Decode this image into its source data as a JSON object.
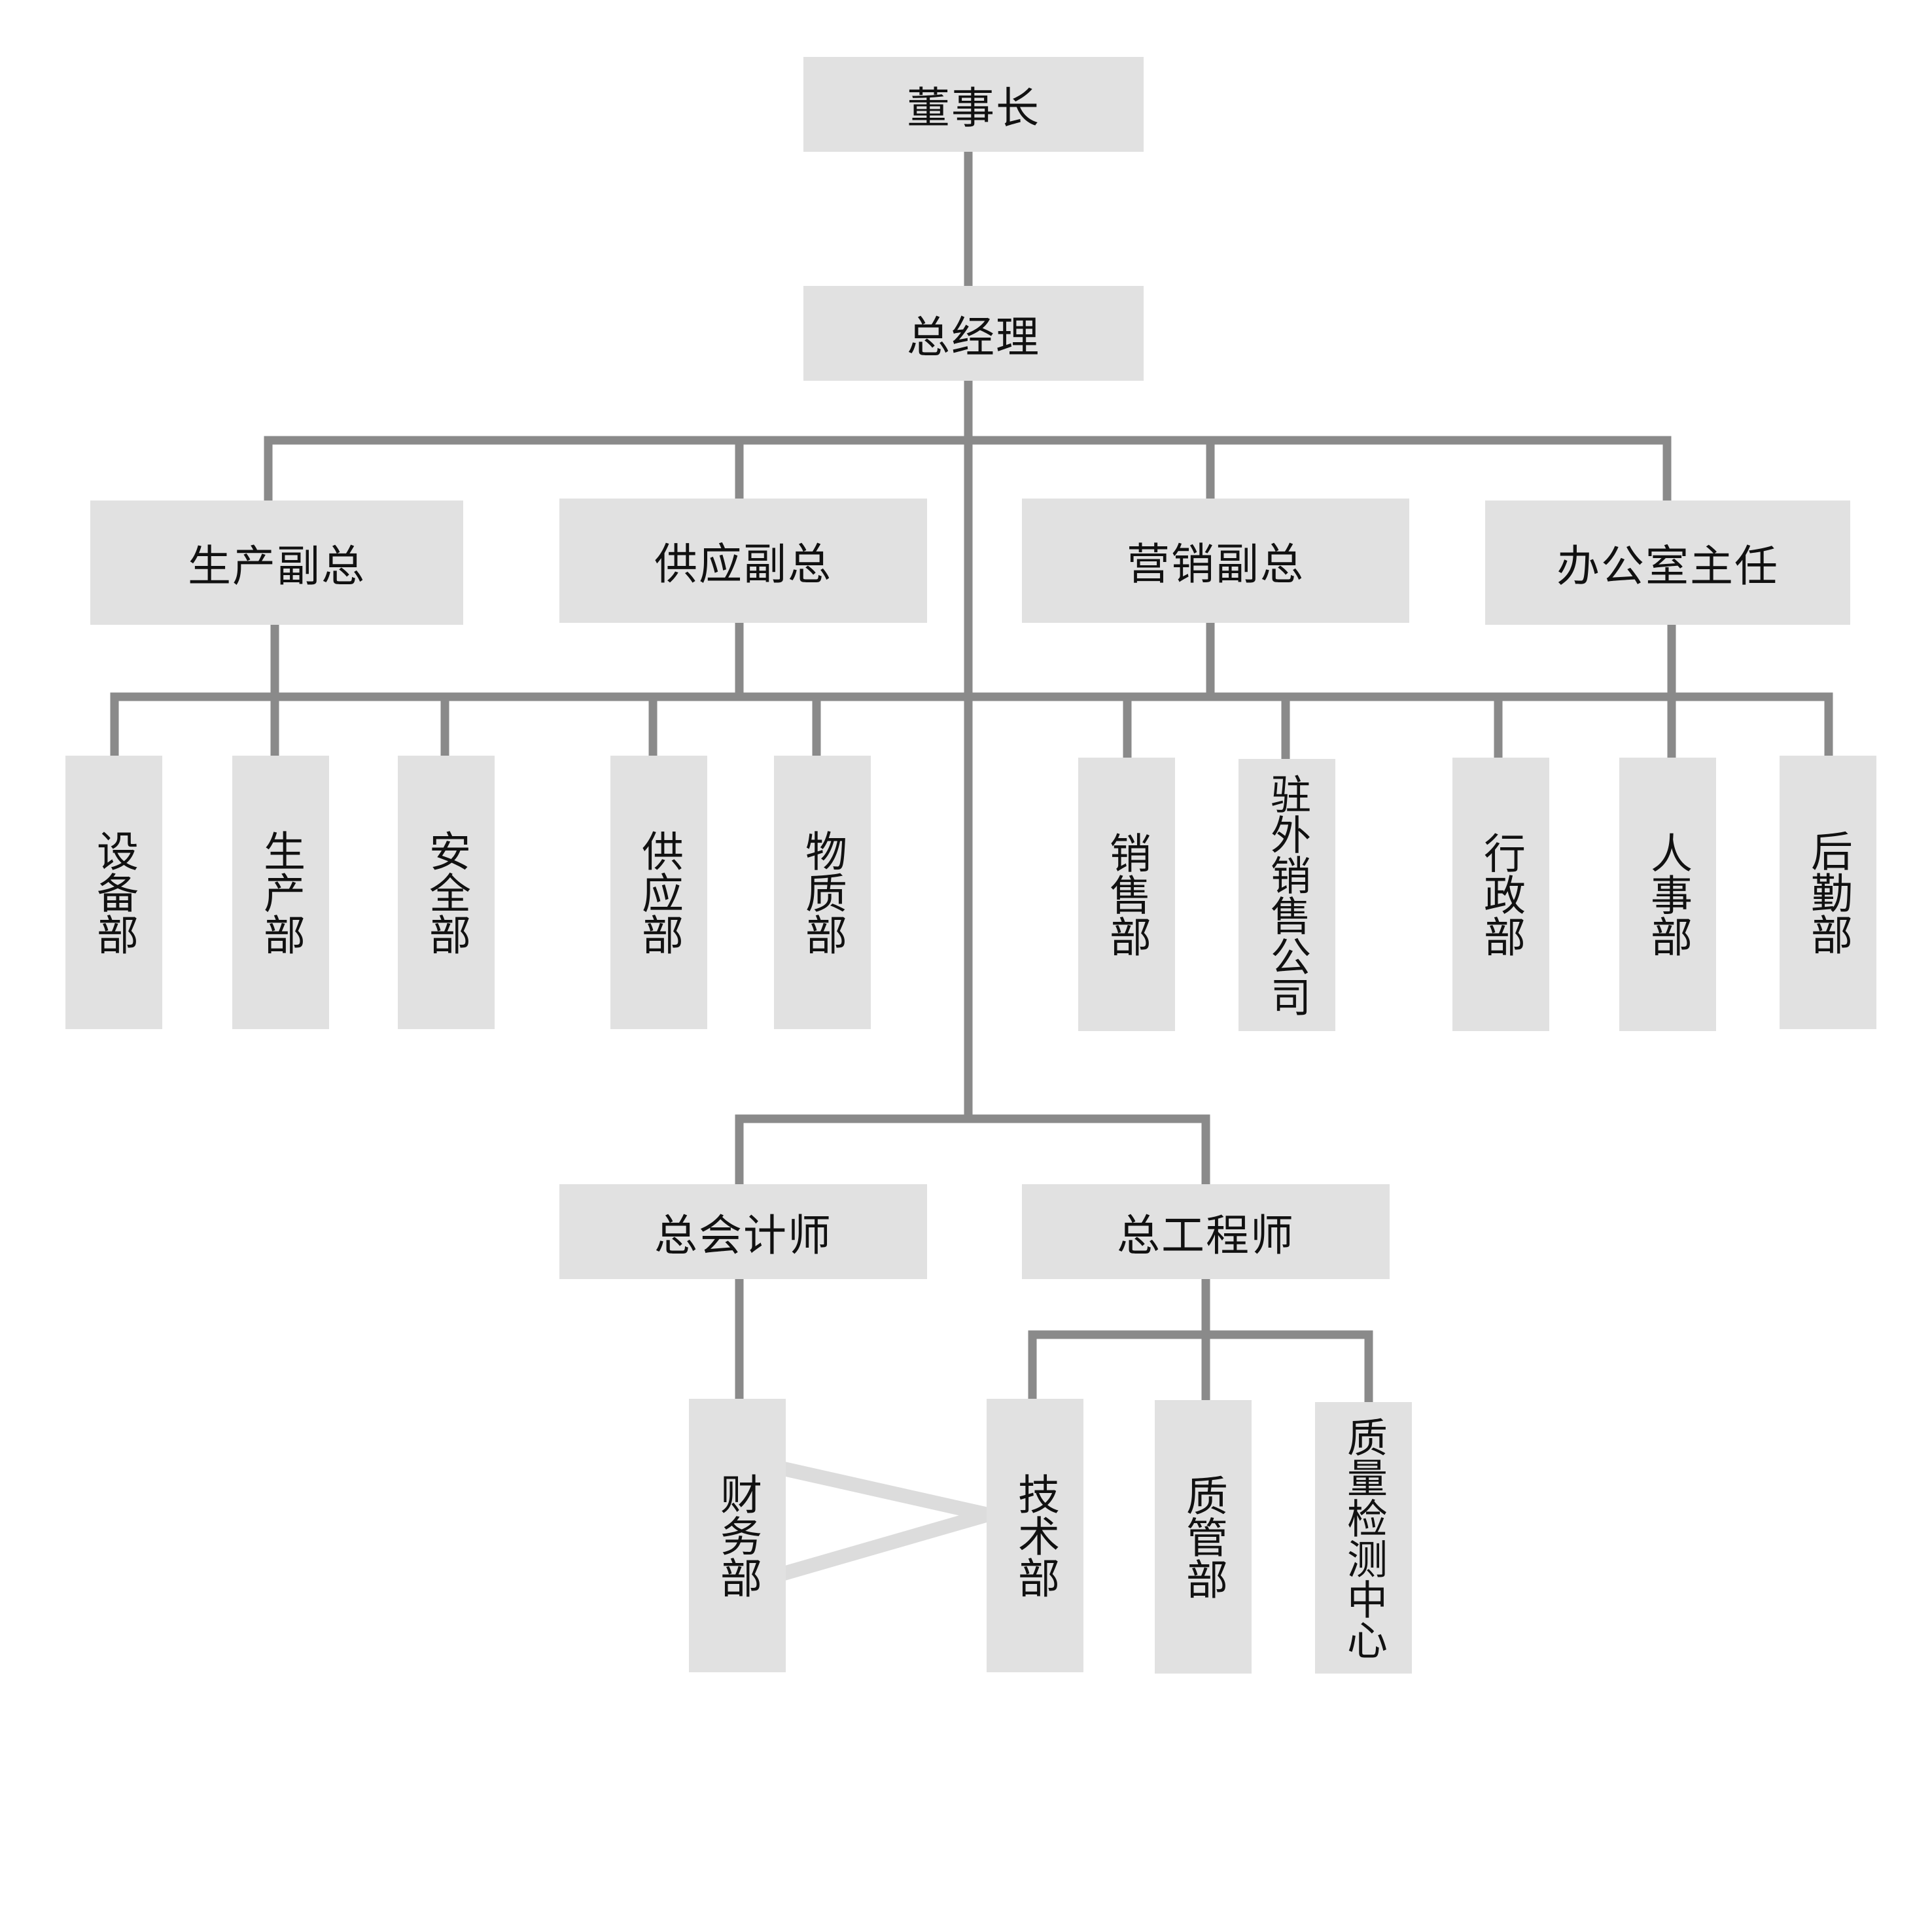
{
  "colors": {
    "box": "#e1e1e1",
    "connector": "#8a8a8a",
    "text": "#111111",
    "background": "#ffffff"
  },
  "chairman": "董事长",
  "general_manager": "总经理",
  "vice_presidents": {
    "production": "生产副总",
    "supply": "供应副总",
    "marketing": "营销副总",
    "office": "办公室主任"
  },
  "departments": {
    "equipment": "设备部",
    "production": "生产部",
    "safety": "安全部",
    "supply": "供应部",
    "materials": "物质部",
    "sales": "销售部",
    "overseas_sales": "驻外销售公司",
    "administration": "行政部",
    "personnel": "人事部",
    "logistics": "后勤部"
  },
  "chief_accountant": "总会计师",
  "chief_engineer": "总工程师",
  "sub_departments": {
    "finance": "财务部",
    "technology": "技术部",
    "quality_management": "质管部",
    "quality_testing": "质量检测中心"
  }
}
